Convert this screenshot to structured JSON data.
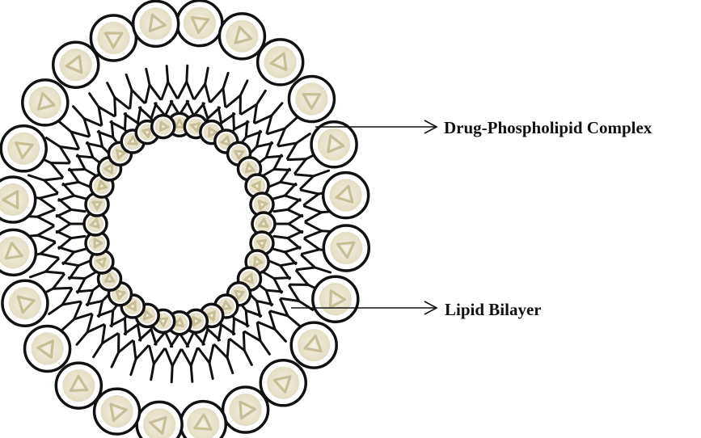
{
  "labels": {
    "complex": "Drug-Phospholipid Complex",
    "bilayer": "Lipid Bilayer"
  },
  "colors": {
    "outline": "#111111",
    "head_fill": "#ffffff",
    "drug_fill": "#c9bf97",
    "drug_core": "#ece7d6",
    "arrow": "#111111"
  },
  "icons": {
    "drug": "triangle-marker",
    "head": "circle-head"
  }
}
